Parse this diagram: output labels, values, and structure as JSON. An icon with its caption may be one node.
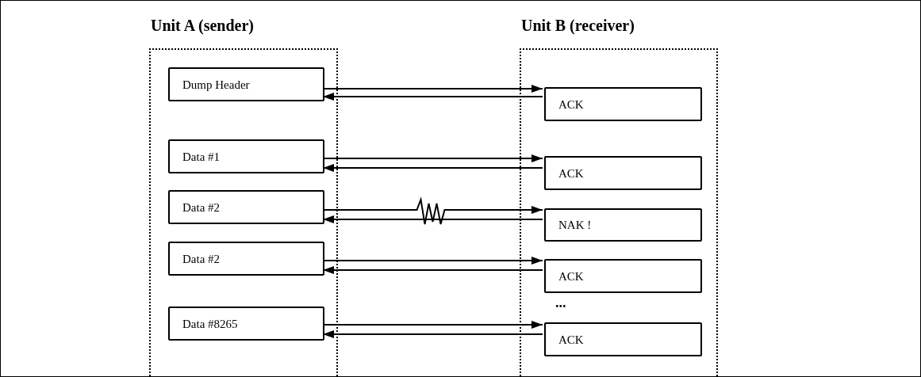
{
  "diagram": {
    "nodes": [
      {
        "text": [
          "Unit A (sender)"
        ]
      },
      {
        "text": [
          "Dump Header"
        ],
        "in": 0
      },
      {
        "text": [
          "Data #1"
        ],
        "in": 0
      },
      {
        "text": [
          "Data #2"
        ],
        "in": 0
      },
      {
        "text": [
          "Data #2"
        ],
        "in": 0
      },
      {
        "text": [
          "Data #8265"
        ],
        "in": 0
      },
      {
        "text": [
          "Unit B (receiver)"
        ]
      },
      {
        "text": [
          "ACK"
        ],
        "in": 6
      },
      {
        "text": [
          "ACK"
        ],
        "in": 6
      },
      {
        "text": [
          "NAK !"
        ],
        "in": 6
      },
      {
        "text": [
          "ACK"
        ],
        "in": 6
      },
      {
        "text": [
          "ACK"
        ],
        "in": 6
      }
    ],
    "edges": [
      {
        "from": 1,
        "to": 7,
        "arrow": "to"
      },
      {
        "from": 7,
        "to": 1,
        "arrow": "to"
      },
      {
        "from": 2,
        "to": 8,
        "arrow": "to"
      },
      {
        "from": 8,
        "to": 2,
        "arrow": "to"
      },
      {
        "from": 3,
        "to": 9,
        "arrow": "to"
      },
      {
        "from": 9,
        "to": 3,
        "arrow": "to"
      },
      {
        "from": 4,
        "to": 10,
        "arrow": "to"
      },
      {
        "from": 10,
        "to": 4,
        "arrow": "to"
      },
      {
        "from": 5,
        "to": 11,
        "arrow": "to"
      },
      {
        "from": 11,
        "to": 5,
        "arrow": "to"
      }
    ],
    "labels": [
      "..."
    ]
  }
}
